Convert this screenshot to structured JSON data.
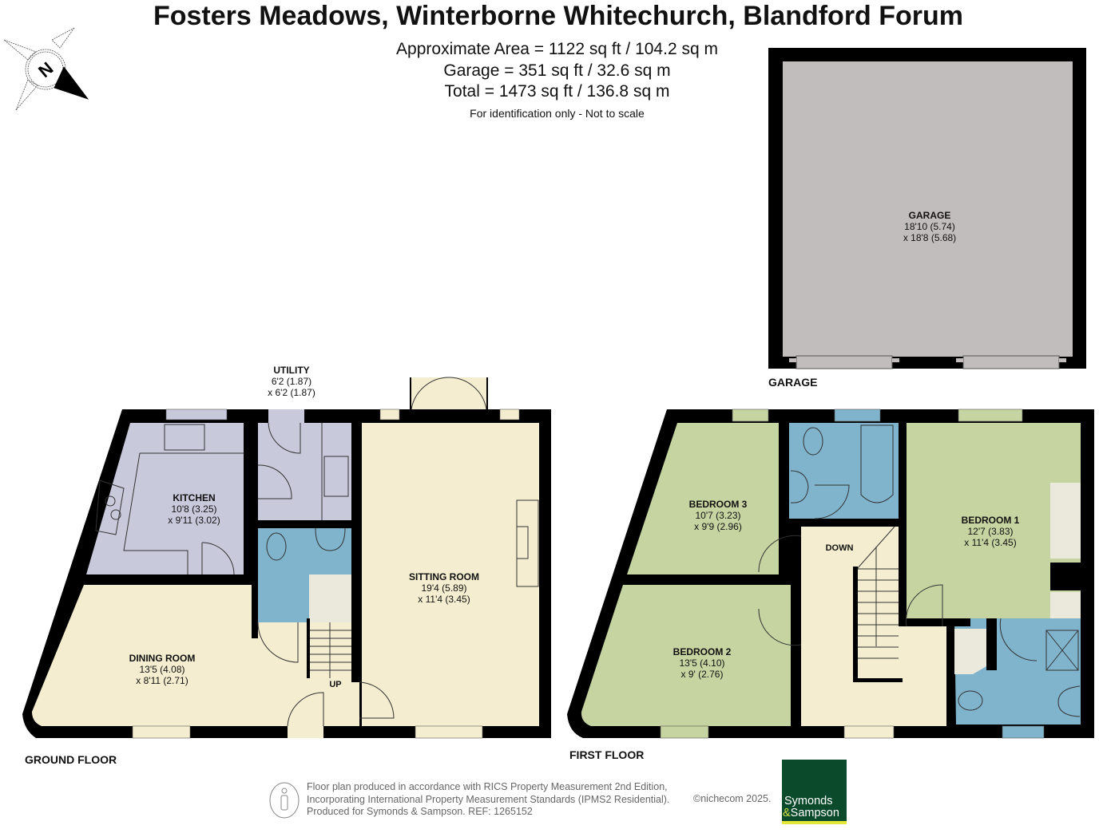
{
  "header": {
    "title": "Fosters Meadows, Winterborne Whitechurch, Blandford Forum",
    "areas": [
      "Approximate Area = 1122 sq ft / 104.2 sq m",
      "Garage = 351 sq ft / 32.6 sq m",
      "Total = 1473 sq ft / 136.8 sq m"
    ],
    "note": "For identification only - Not to scale",
    "compass_label": "N"
  },
  "floors": {
    "ground": {
      "label": "GROUND FLOOR",
      "rooms": [
        {
          "name": "KITCHEN",
          "dim1": "10'8 (3.25)",
          "dim2": "x 9'11 (3.02)"
        },
        {
          "name": "UTILITY",
          "dim1": "6'2 (1.87)",
          "dim2": "x 6'2 (1.87)"
        },
        {
          "name": "SITTING ROOM",
          "dim1": "19'4 (5.89)",
          "dim2": "x 11'4 (3.45)"
        },
        {
          "name": "DINING ROOM",
          "dim1": "13'5 (4.08)",
          "dim2": "x 8'11 (2.71)"
        }
      ],
      "stairs_label": "UP"
    },
    "first": {
      "label": "FIRST FLOOR",
      "rooms": [
        {
          "name": "BEDROOM 3",
          "dim1": "10'7 (3.23)",
          "dim2": "x 9'9 (2.96)"
        },
        {
          "name": "BEDROOM 2",
          "dim1": "13'5 (4.10)",
          "dim2": "x 9' (2.76)"
        },
        {
          "name": "BEDROOM 1",
          "dim1": "12'7 (3.83)",
          "dim2": "x 11'4 (3.45)"
        }
      ],
      "stairs_label": "DOWN"
    },
    "garage": {
      "label": "GARAGE",
      "rooms": [
        {
          "name": "GARAGE",
          "dim1": "18'10 (5.74)",
          "dim2": "x 18'8 (5.68)"
        }
      ]
    }
  },
  "footer": {
    "lines": [
      "Floor plan produced in accordance with RICS Property Measurement 2nd Edition,",
      "Incorporating International Property Measurement Standards (IPMS2 Residential).",
      "Produced for Symonds & Sampson.   REF: 1265152"
    ],
    "copyright": "©nichecom 2025.",
    "logo_line1": "Symonds",
    "logo_amp": "&",
    "logo_line2": "Sampson"
  },
  "colors": {
    "wall": "#000000",
    "kitchen": "#c9c9dc",
    "living": "#f5edcf",
    "bath": "#7fb4cc",
    "bedroom": "#c5d4a0",
    "garage": "#c2bdbd",
    "stairs": "#ebe8dc",
    "logo_green": "#0b4a2a",
    "logo_yellow": "#e6e637"
  }
}
